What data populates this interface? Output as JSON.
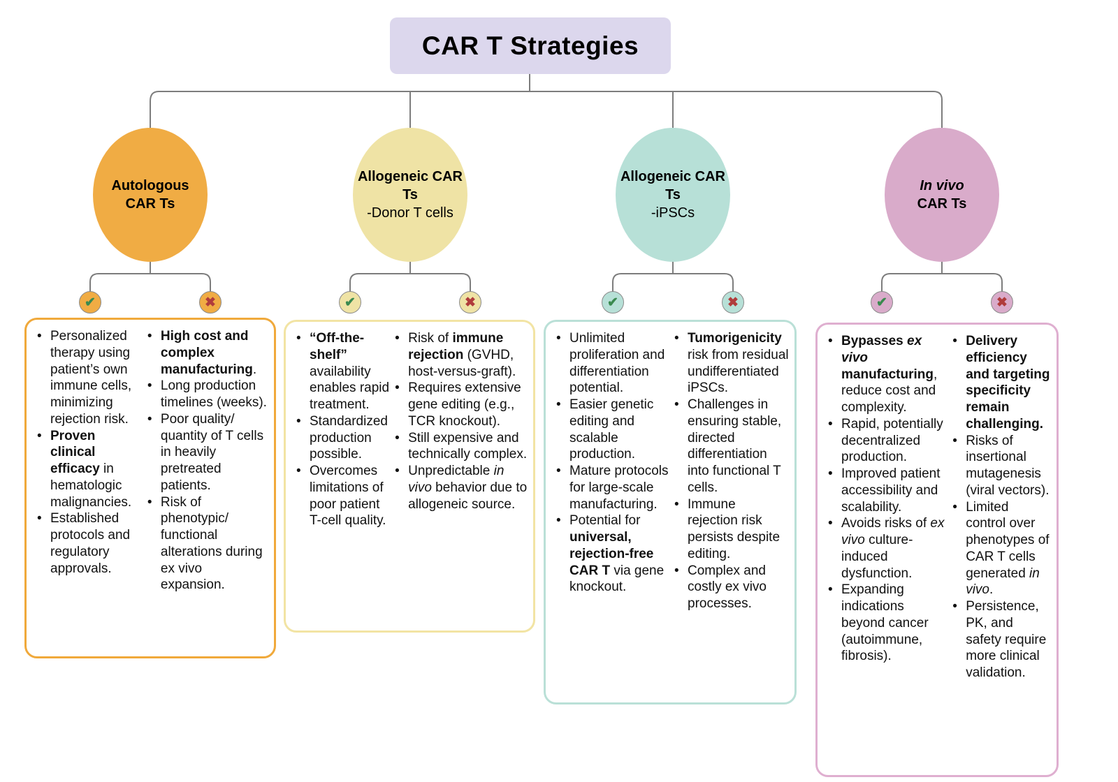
{
  "title": "CAR T Strategies",
  "icons": {
    "check": "✔",
    "cross": "✖"
  },
  "colors": {
    "title_bg": "#DCD7ED",
    "connector": "#7d7d7d",
    "check_green": "#3A8A4F",
    "cross_red": "#B03C3C"
  },
  "columns": [
    {
      "name": "autologous-car-ts",
      "color": "#F0AC44",
      "border_color": "#F0A93B",
      "label": [
        {
          "t": "Autologous CAR Ts",
          "b": true
        }
      ],
      "pros": [
        [
          {
            "t": "Personalized therapy using patient’s own immune cells, minimizing rejection risk."
          }
        ],
        [
          {
            "t": "Proven clinical efficacy",
            "b": true
          },
          {
            "t": " in hematologic malignancies."
          }
        ],
        [
          {
            "t": "Established protocols and regulatory approvals."
          }
        ]
      ],
      "cons": [
        [
          {
            "t": "High cost and complex manufacturing",
            "b": true
          },
          {
            "t": "."
          }
        ],
        [
          {
            "t": "Long production timelines (weeks)."
          }
        ],
        [
          {
            "t": "Poor quality/ quantity of T cells in heavily pretreated patients."
          }
        ],
        [
          {
            "t": "Risk of phenotypic/ functional alterations during ex vivo expansion."
          }
        ]
      ]
    },
    {
      "name": "allogeneic-car-ts-donor-t-cells",
      "color": "#EFE3A5",
      "border_color": "#F2E4A4",
      "label": [
        {
          "t": "Allogeneic CAR Ts",
          "b": true
        },
        {
          "t": "-Donor T cells"
        }
      ],
      "pros": [
        [
          {
            "t": "“Off-the-shelf”",
            "b": true
          },
          {
            "t": " availability enables rapid treatment."
          }
        ],
        [
          {
            "t": "Standardized production possible."
          }
        ],
        [
          {
            "t": "Overcomes limitations of poor patient T-cell quality."
          }
        ]
      ],
      "cons": [
        [
          {
            "t": "Risk of "
          },
          {
            "t": "immune rejection",
            "b": true
          },
          {
            "t": " (GVHD, host-versus-graft)."
          }
        ],
        [
          {
            "t": "Requires extensive gene editing (e.g., TCR knockout)."
          }
        ],
        [
          {
            "t": "Still expensive and technically complex."
          }
        ],
        [
          {
            "t": "Unpredictable "
          },
          {
            "t": "in vivo",
            "i": true
          },
          {
            "t": " behavior due to allogeneic source."
          }
        ]
      ]
    },
    {
      "name": "allogeneic-car-ts-ipscs",
      "color": "#B7E0D7",
      "border_color": "#BAE0D7",
      "label": [
        {
          "t": "Allogeneic CAR Ts",
          "b": true
        },
        {
          "t": "-iPSCs"
        }
      ],
      "pros": [
        [
          {
            "t": "Unlimited proliferation and differentiation potential."
          }
        ],
        [
          {
            "t": "Easier genetic editing and scalable production."
          }
        ],
        [
          {
            "t": "Mature protocols for large-scale manufacturing."
          }
        ],
        [
          {
            "t": "Potential for "
          },
          {
            "t": "universal, rejection-free CAR T",
            "b": true
          },
          {
            "t": " via gene knockout."
          }
        ]
      ],
      "cons": [
        [
          {
            "t": "Tumorigenicity",
            "b": true
          },
          {
            "t": " risk from residual undifferentiated iPSCs."
          }
        ],
        [
          {
            "t": "Challenges in ensuring stable, directed differentiation into functional T cells."
          }
        ],
        [
          {
            "t": "Immune rejection risk persists despite editing."
          }
        ],
        [
          {
            "t": "Complex and costly ex vivo processes."
          }
        ]
      ]
    },
    {
      "name": "in-vivo-car-ts",
      "color": "#D9ABCA",
      "border_color": "#DFAFD0",
      "label": [
        {
          "t": "In vivo",
          "b": true,
          "i": true
        },
        {
          "t": "CAR Ts",
          "b": true
        }
      ],
      "pros": [
        [
          {
            "t": "Bypasses ",
            "b": true
          },
          {
            "t": "ex vivo",
            "b": true,
            "i": true
          },
          {
            "t": " manufacturing",
            "b": true
          },
          {
            "t": ", reduce cost and complexity."
          }
        ],
        [
          {
            "t": "Rapid, potentially decentralized production."
          }
        ],
        [
          {
            "t": "Improved patient accessibility and scalability."
          }
        ],
        [
          {
            "t": "Avoids risks of "
          },
          {
            "t": "ex vivo",
            "i": true
          },
          {
            "t": " culture-induced dysfunction."
          }
        ],
        [
          {
            "t": "Expanding indications beyond cancer (autoimmune, fibrosis)."
          }
        ]
      ],
      "cons": [
        [
          {
            "t": "Delivery efficiency and targeting specificity remain challenging.",
            "b": true
          }
        ],
        [
          {
            "t": "Risks of insertional mutagenesis (viral vectors)."
          }
        ],
        [
          {
            "t": "Limited control over phenotypes of CAR T cells generated "
          },
          {
            "t": "in vivo",
            "i": true
          },
          {
            "t": "."
          }
        ],
        [
          {
            "t": "Persistence, PK, and safety require more clinical validation."
          }
        ]
      ]
    }
  ]
}
